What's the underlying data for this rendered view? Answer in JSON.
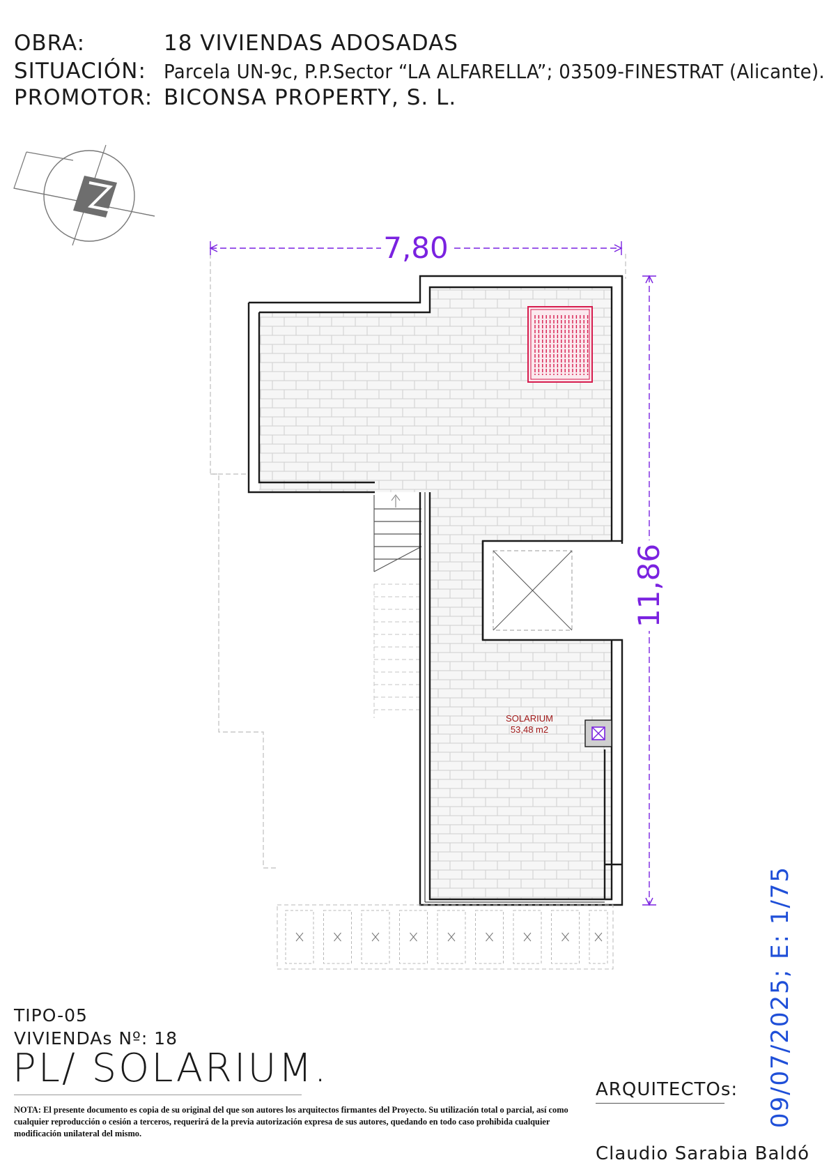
{
  "header": {
    "obra_label": "OBRA:",
    "obra_value": "18 VIVIENDAS ADOSADAS",
    "situacion_label": "SITUACIÓN:",
    "situacion_value": "Parcela UN-9c, P.P.Sector “LA ALFARELLA”; 03509-FINESTRAT (Alicante).",
    "promotor_label": "PROMOTOR:",
    "promotor_value": "BICONSA PROPERTY, S. L."
  },
  "plan": {
    "width_dimension": "7,80",
    "height_dimension": "11,86",
    "room_name": "SOLARIUM",
    "room_area": "53,48 m2",
    "dimension_color": "#7a22e0",
    "wall_color": "#1a1a1a",
    "room_label_color": "#a01818",
    "fixture_color": "#d61c4e"
  },
  "footer": {
    "tipo": "TIPO-05",
    "viviendas": "VIVIENDAs Nº: 18",
    "sheet_title": "PL/ SOLARIUM.",
    "nota": "NOTA: El presente documento es copia de su original del que son autores los arquitectos firmantes del Proyecto. Su utilización total o parcial, así como cualquier reproducción o cesión a terceros, requerirá  de la previa autorización expresa de sus autores, quedando en todo caso prohibida cualquier modificación unilateral del mismo.",
    "arquitectos_label": "ARQUITECTOs:",
    "arquitecto_name": "Claudio Sarabia Baldó",
    "date_scale": "09/07/2025; E: 1/75",
    "date_color": "#1f4fd8"
  }
}
